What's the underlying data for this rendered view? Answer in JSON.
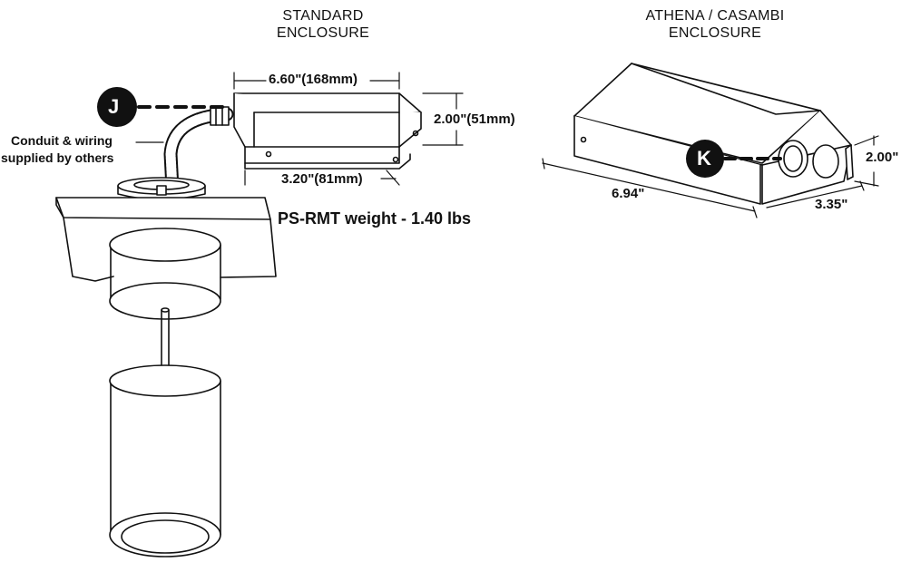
{
  "standard": {
    "title_line1": "STANDARD",
    "title_line2": "ENCLOSURE",
    "dim_length": "6.60\"(168mm)",
    "dim_height": "2.00\"(51mm)",
    "dim_width": "3.20\"(81mm)",
    "callout": "J",
    "conduit_line1": "Conduit & wiring",
    "conduit_line2": "supplied by others",
    "weight": "PS-RMT weight - 1.40 lbs"
  },
  "athena": {
    "title_line1": "ATHENA / CASAMBI",
    "title_line2": "ENCLOSURE",
    "dim_length": "6.94\"",
    "dim_width": "3.35\"",
    "dim_height": "2.00\"",
    "callout": "K"
  }
}
